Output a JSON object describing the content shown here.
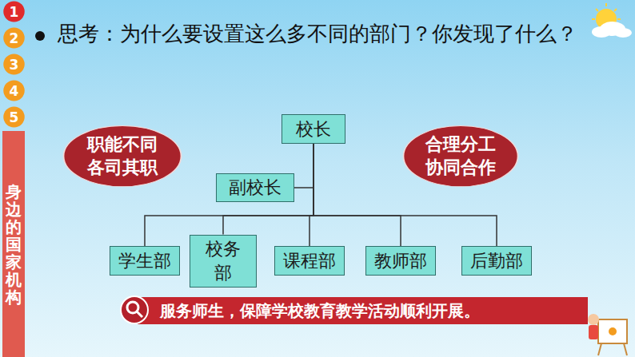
{
  "diagram": {
    "title": "思考：为什么要设置这么多不同的部门？你发现了什么？",
    "nodes": [
      {
        "text": [
          "校长"
        ]
      },
      {
        "text": [
          "副校长"
        ]
      },
      {
        "text": [
          "学生部"
        ]
      },
      {
        "text": [
          "校务部"
        ]
      },
      {
        "text": [
          "课程部"
        ]
      },
      {
        "text": [
          "教师部"
        ]
      },
      {
        "text": [
          "后勤部"
        ]
      },
      {
        "text": [
          "职能不同 各司其职"
        ]
      },
      {
        "text": [
          "合理分工 协同合作"
        ]
      },
      {
        "text": [
          "服务师生，保障学校教育教学活动顺利开展。"
        ]
      },
      {
        "text": [
          "1"
        ]
      },
      {
        "text": [
          "2"
        ]
      },
      {
        "text": [
          "3"
        ]
      },
      {
        "text": [
          "4"
        ]
      },
      {
        "text": [
          "5"
        ]
      },
      {
        "text": [
          "身边的国家机构"
        ]
      }
    ],
    "edges": [
      {
        "from": 0,
        "to": 1,
        "arrow": "none"
      },
      {
        "from": 0,
        "to": 2,
        "arrow": "none"
      },
      {
        "from": 0,
        "to": 3,
        "arrow": "none"
      },
      {
        "from": 0,
        "to": 4,
        "arrow": "none"
      },
      {
        "from": 0,
        "to": 5,
        "arrow": "none"
      },
      {
        "from": 0,
        "to": 6,
        "arrow": "none"
      }
    ]
  }
}
